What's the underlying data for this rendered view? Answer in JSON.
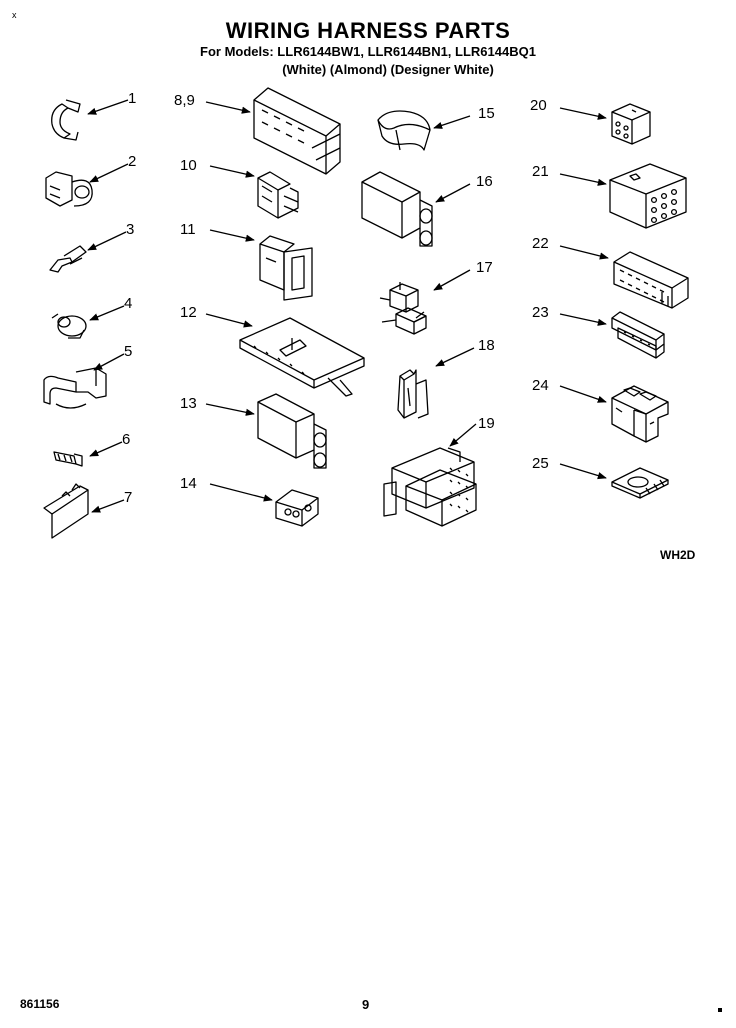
{
  "header": {
    "title": "WIRING HARNESS PARTS",
    "models": "For Models: LLR6144BW1, LLR6144BN1, LLR6144BQ1",
    "colors": "(White)   (Almond) (Designer White)",
    "corner_mark": "x"
  },
  "footer": {
    "diagram_code": "WH2D",
    "doc_number": "861156",
    "page_number": "9"
  },
  "callouts": [
    "1",
    "2",
    "3",
    "4",
    "5",
    "6",
    "7",
    "8,9",
    "10",
    "11",
    "12",
    "13",
    "14",
    "15",
    "16",
    "17",
    "18",
    "19",
    "20",
    "21",
    "22",
    "23",
    "24",
    "25"
  ]
}
